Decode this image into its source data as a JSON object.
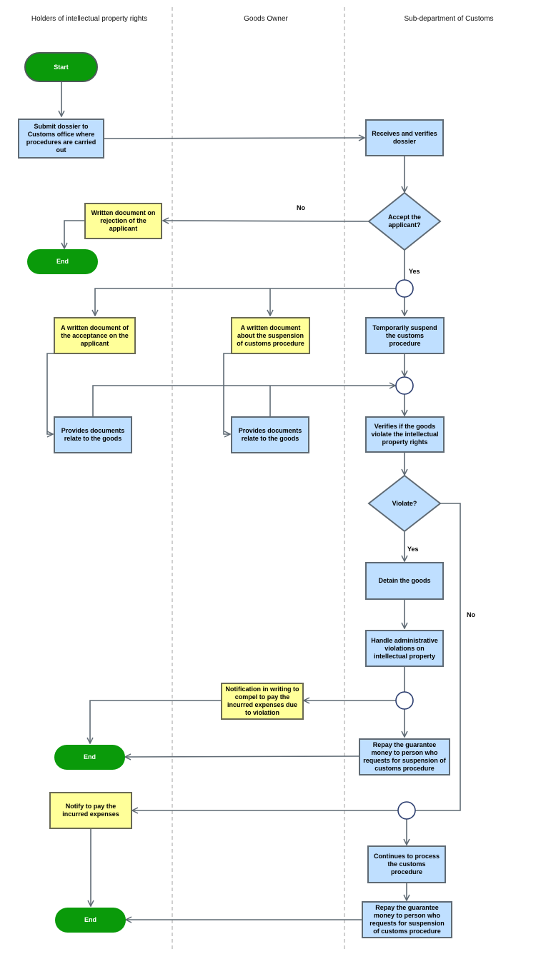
{
  "lanes": {
    "holders": "Holders of intellectual property rights",
    "owner": "Goods Owner",
    "customs": "Sub-department of Customs"
  },
  "nodes": {
    "start": "Start",
    "submit_dossier": "Submit dossier to Customs office where procedures are carried out",
    "receive_verify": "Receives and verifies dossier",
    "accept_question": "Accept the applicant?",
    "rejection_doc": "Written document on rejection of the applicant",
    "end_1": "End",
    "acceptance_doc": "A written document of the acceptance on the applicant",
    "suspension_doc": "A written document about the suspension of customs procedure",
    "temp_suspend": "Temporarily suspend the customs procedure",
    "holder_provides_docs": "Provides documents relate to the goods",
    "owner_provides_docs": "Provides documents relate to the goods",
    "verify_goods": "Verifies if the goods violate the intellectual property rights",
    "violate_question": "Violate?",
    "detain_goods": "Detain the goods",
    "handle_violations": "Handle administrative violations on intellectual property",
    "notification_compel": "Notification in writing to compel to pay the incurred expenses due to violation",
    "repay_guarantee_1": "Repay the guarantee money to person who requests for suspension of customs procedure",
    "end_2": "End",
    "notify_pay": "Notify to pay the incurred expenses",
    "continue_process": "Continues to process the customs procedure",
    "repay_guarantee_2": "Repay the guarantee money to person who requests for suspension of customs procedure",
    "end_3": "End"
  },
  "edge_labels": {
    "accept_no": "No",
    "accept_yes": "Yes",
    "violate_yes": "Yes",
    "violate_no": "No"
  },
  "colors": {
    "process_fill": "#bfdfff",
    "document_fill": "#ffff99",
    "terminator_fill": "#0a9a0a",
    "connector_line": "#5f6a74"
  }
}
